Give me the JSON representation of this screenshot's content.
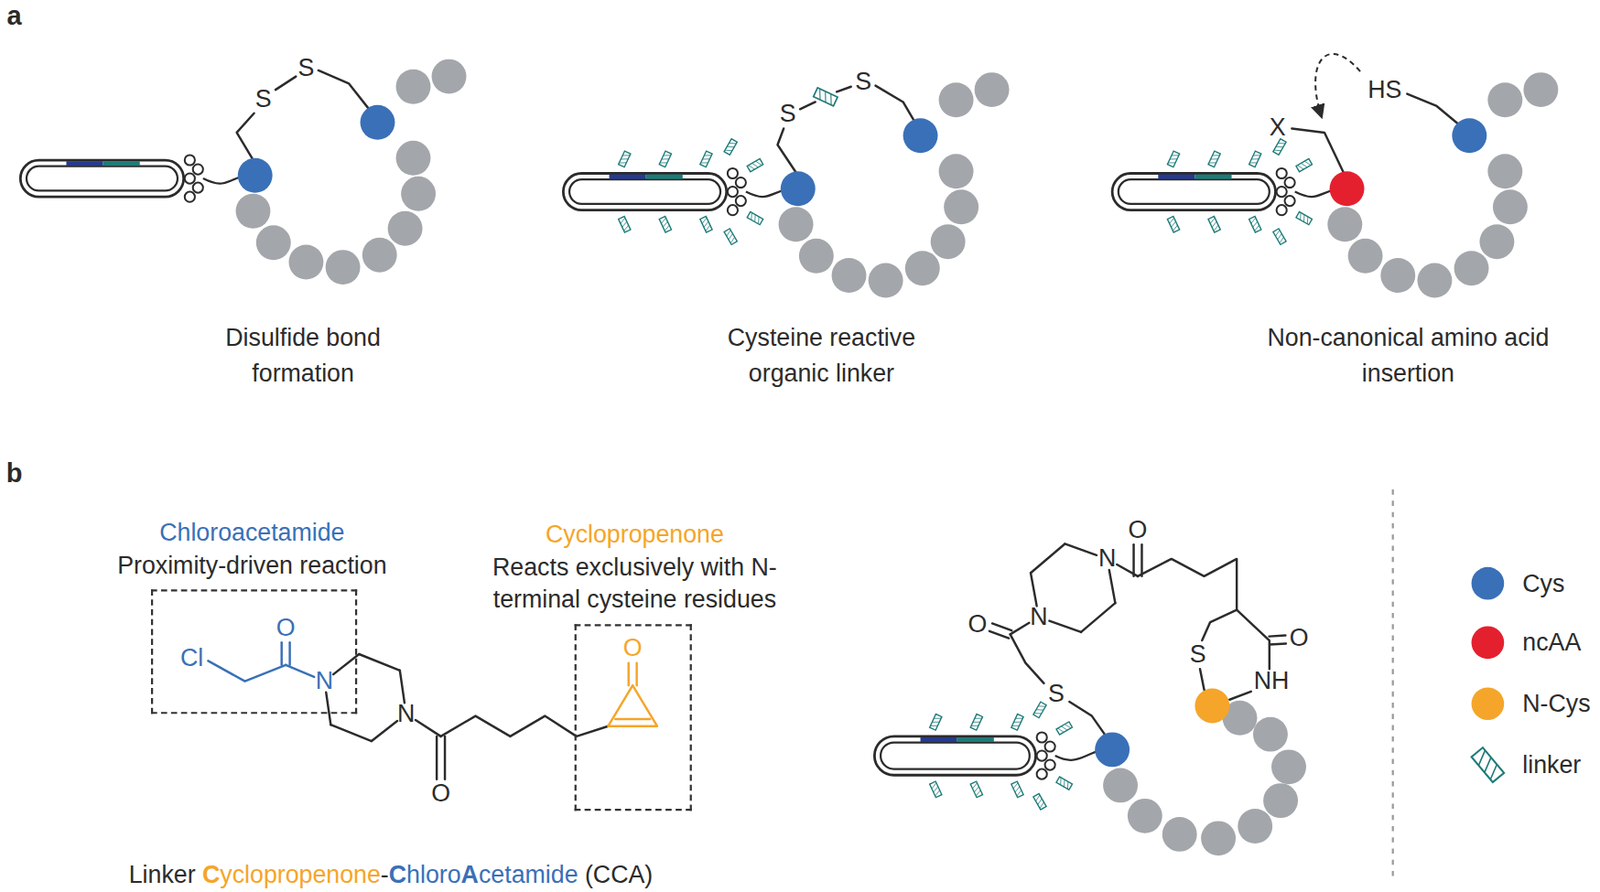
{
  "diagram": {
    "nodes": [
      {
        "text": [
          "Chloroacetamide",
          "Proximity-driven reaction"
        ]
      },
      {
        "text": [
          "Cyclopropenone",
          "Reacts exclusively with N-terminal cysteine residues"
        ]
      }
    ],
    "labels": [
      "a",
      "S",
      "S",
      "S",
      "S",
      "X",
      "HS",
      "Disulfide bond formation",
      "Cysteine reactive organic linker",
      "Non-canonical amino acid insertion",
      "b",
      "Cl",
      "O",
      "N",
      "N",
      "O",
      "O",
      "Linker Cyclopropenone-ChloroAcetamide (CCA)",
      "O",
      "N",
      "N",
      "O",
      "S",
      "S",
      "O",
      "NH"
    ],
    "legend": [
      {
        "text": "Cys",
        "color": "#3a70b7"
      },
      {
        "text": "ncAA",
        "color": "#e4202f"
      },
      {
        "text": "N-Cys",
        "color": "#f5a52a"
      },
      {
        "text": "linker"
      }
    ]
  }
}
